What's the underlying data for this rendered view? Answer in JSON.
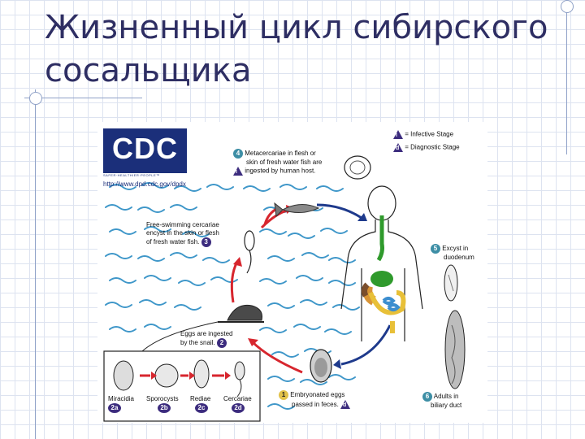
{
  "slide": {
    "title_line1": "Жизненный цикл сибирского",
    "title_line2": "сосальщика"
  },
  "cdc": {
    "logo_text": "CDC",
    "tagline": "SAFER·HEALTHIER·PEOPLE™",
    "url": "http://www.dpd.cdc.gov/dpdx"
  },
  "legend": {
    "infective_label": "= Infective Stage",
    "infective_symbol": "i",
    "diagnostic_label": "= Diagnostic Stage",
    "diagnostic_symbol": "d"
  },
  "stages": {
    "s1": {
      "num": "1",
      "line1": "Embryonated eggs",
      "line2": "passed in feces.",
      "sym": "d"
    },
    "s2": {
      "num": "2",
      "line1": "Eggs are ingested",
      "line2": "by the snail."
    },
    "s3": {
      "num": "3",
      "line1": "Free-swimming cercariae",
      "line2": "encyst in the skin or flesh",
      "line3": "of fresh water fish."
    },
    "s4": {
      "num": "4",
      "line1": "Metacercariae in flesh or",
      "line2": "skin of fresh water fish are",
      "line3": "ingested by human host.",
      "sym": "i"
    },
    "s5": {
      "num": "5",
      "line1": "Excyst in",
      "line2": "duodenum"
    },
    "s6": {
      "num": "6",
      "line1": "Adults in",
      "line2": "biliary duct"
    }
  },
  "snail_stages": [
    {
      "label": "Miracidia",
      "num": "2a"
    },
    {
      "label": "Sporocysts",
      "num": "2b"
    },
    {
      "label": "Rediae",
      "num": "2c"
    },
    {
      "label": "Cercariae",
      "num": "2d"
    }
  ],
  "colors": {
    "water_waves": "#3f97c9",
    "arrow_red": "#d7262e",
    "arrow_blue": "#1e3a8c",
    "badge_purple": "#3c2c7e",
    "badge_teal": "#3d8ea5",
    "title": "#2e2e63"
  }
}
